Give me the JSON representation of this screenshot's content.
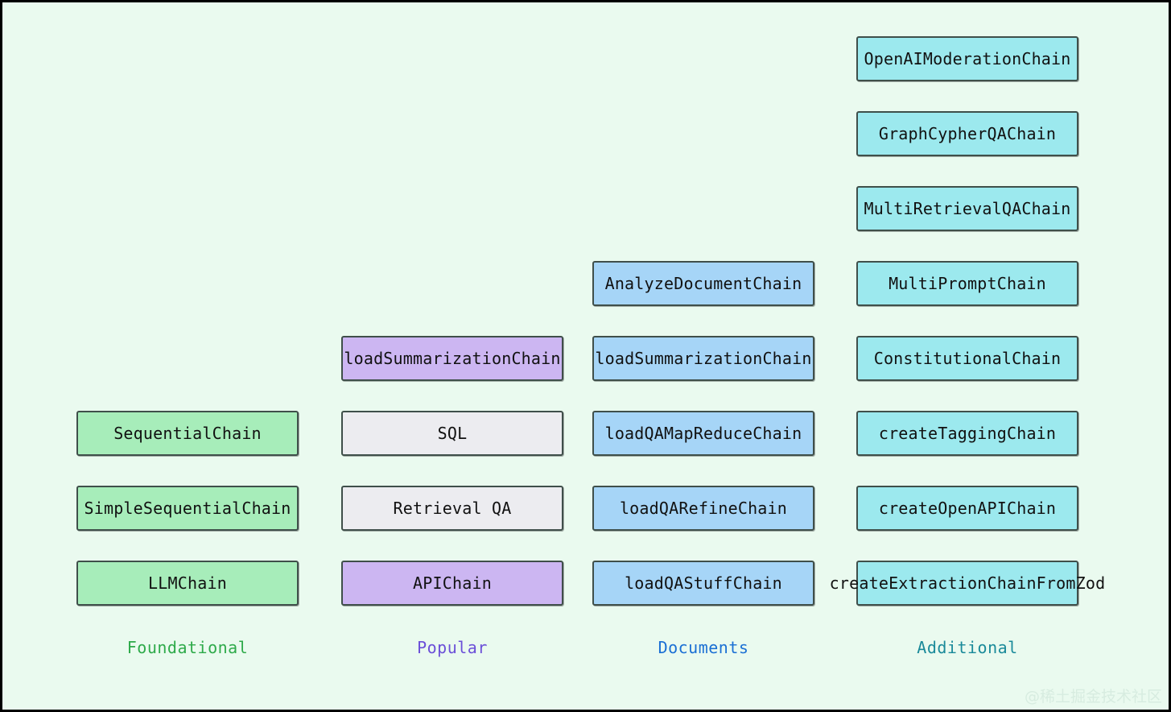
{
  "canvas": {
    "background": "#eafaef",
    "border_color": "#000000"
  },
  "palette": {
    "green": "#a7edba",
    "purple": "#ccb6f2",
    "gray": "#ececf0",
    "blue": "#a6d5f7",
    "cyan": "#9ce9ee",
    "node_border": "#3f4f4a",
    "label_green": "#2eaa4a",
    "label_purple": "#6b4fd8",
    "label_blue": "#1a6fd4",
    "label_teal": "#1a8a9a"
  },
  "watermark": "@稀土掘金技术社区",
  "chart_data": {
    "type": "diagram",
    "title": "",
    "columns": [
      {
        "label": "Foundational",
        "label_color": "#2eaa4a",
        "color": "green",
        "nodes": [
          "SequentialChain",
          "SimpleSequentialChain",
          "LLMChain"
        ]
      },
      {
        "label": "Popular",
        "label_color": "#6b4fd8",
        "color": "purple",
        "nodes": [
          "loadSummarizationChain",
          "SQL",
          "Retrieval QA",
          "APIChain"
        ],
        "node_colors": [
          "purple",
          "gray",
          "gray",
          "purple"
        ]
      },
      {
        "label": "Documents",
        "label_color": "#1a6fd4",
        "color": "blue",
        "nodes": [
          "AnalyzeDocumentChain",
          "loadSummarizationChain",
          "loadQAMapReduceChain",
          "loadQARefineChain",
          "loadQAStuffChain"
        ]
      },
      {
        "label": "Additional",
        "label_color": "#1a8a9a",
        "color": "cyan",
        "nodes": [
          "OpenAIModerationChain",
          "GraphCypherQAChain",
          "MultiRetrievalQAChain",
          "MultiPromptChain",
          "ConstitutionalChain",
          "createTaggingChain",
          "createOpenAPIChain",
          "createExtractionChainFromZod"
        ]
      }
    ]
  }
}
